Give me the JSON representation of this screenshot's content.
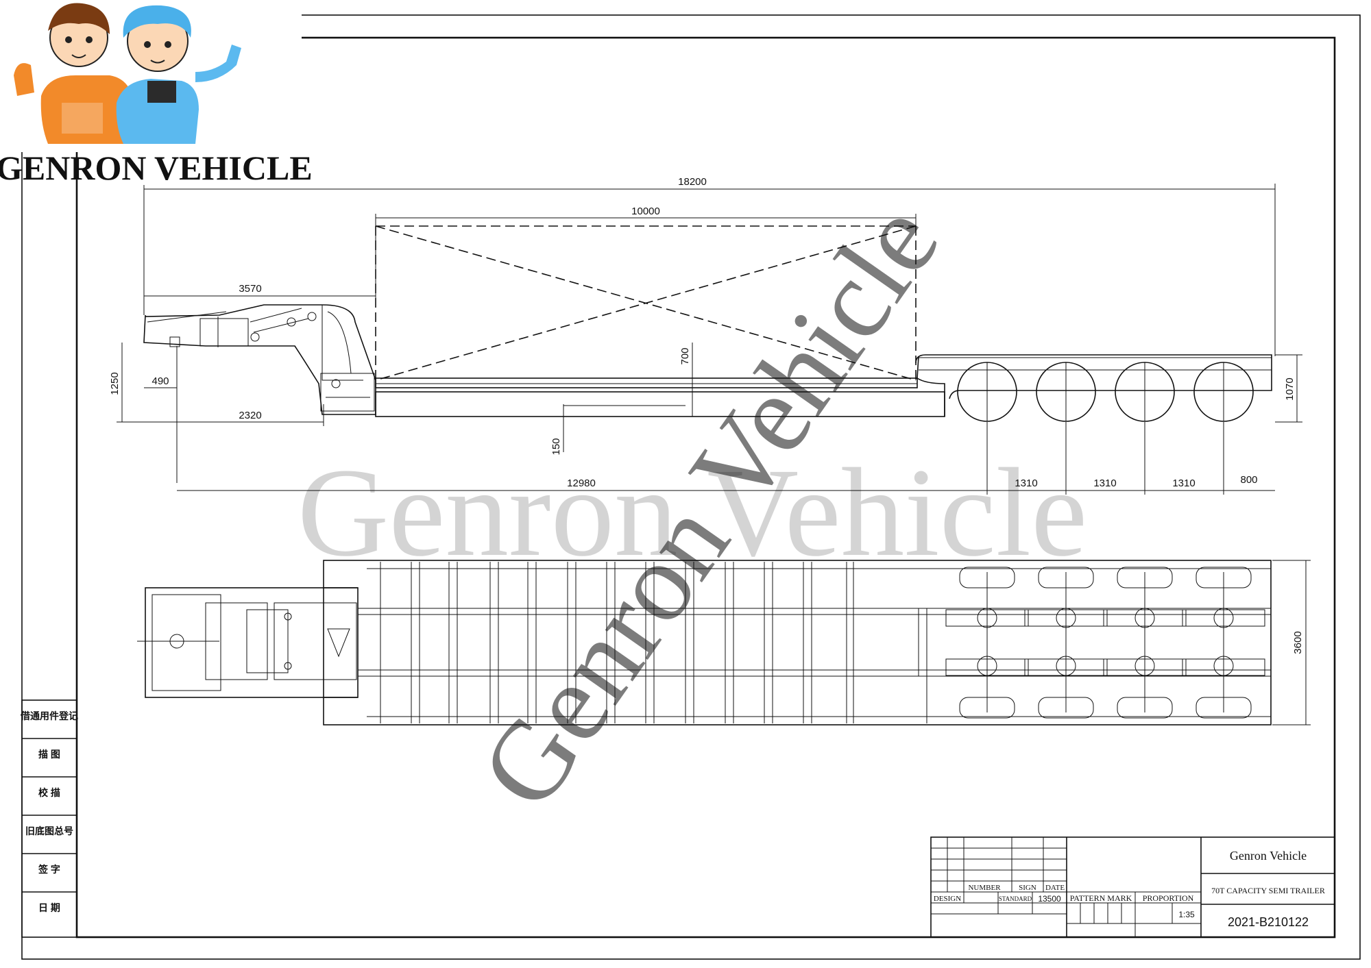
{
  "logo": {
    "brand": "GENRON VEHICLE"
  },
  "watermarks": [
    "Genron Vehicle",
    "Genron Vehicle"
  ],
  "dimensions": {
    "overall_length": "18200",
    "deck_length": "10000",
    "gooseneck_length": "3570",
    "kingpin_offset": "490",
    "kingpin_to_landing": "2320",
    "gooseneck_height": "1250",
    "deck_height": "700",
    "ground_clearance": "150",
    "kingpin_to_first_axle": "12980",
    "axle_spacing_1": "1310",
    "axle_spacing_2": "1310",
    "axle_spacing_3": "1310",
    "rear_overhang": "800",
    "rear_height": "1070",
    "width": "3600"
  },
  "side_block": [
    {
      "label": "借通用件登记"
    },
    {
      "label": "描 图"
    },
    {
      "label": "校 描"
    },
    {
      "label": "旧底图总号"
    },
    {
      "label": "签 字"
    },
    {
      "label": "日 期"
    }
  ],
  "title_block": {
    "company": "Genron Vehicle",
    "product": "70T CAPACITY SEMI TRAILER",
    "number_label": "NUMBER",
    "sign_label": "SIGN",
    "date_label": "DATE",
    "design_label": "DESIGN",
    "standard_label": "STANDARD",
    "standard_value": "13500",
    "pattern_mark_label": "PATTERN MARK",
    "proportion_label": "PROPORTION",
    "scale": "1:35",
    "drawing_number": "2021-B210122"
  }
}
